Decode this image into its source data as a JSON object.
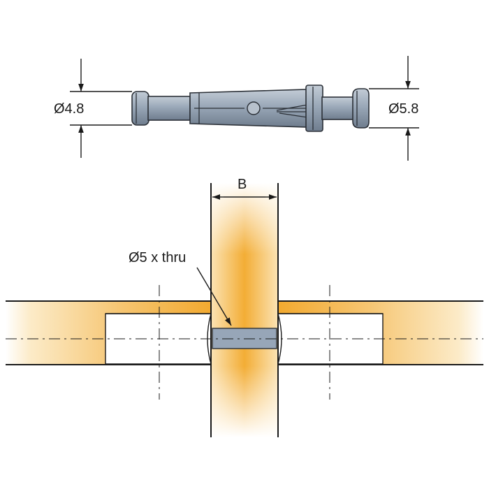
{
  "labels": {
    "small_diameter": "Ø4.8",
    "large_diameter": "Ø5.8",
    "panel_width": "B",
    "hole_note": "Ø5 x thru"
  },
  "colors": {
    "wood_core": "#f3ac32",
    "wood_edge": "#fbe2b0",
    "pin_body": "#9aa8b8",
    "pin_shade": "#7e8c9d",
    "line": "#1a1a1a"
  }
}
